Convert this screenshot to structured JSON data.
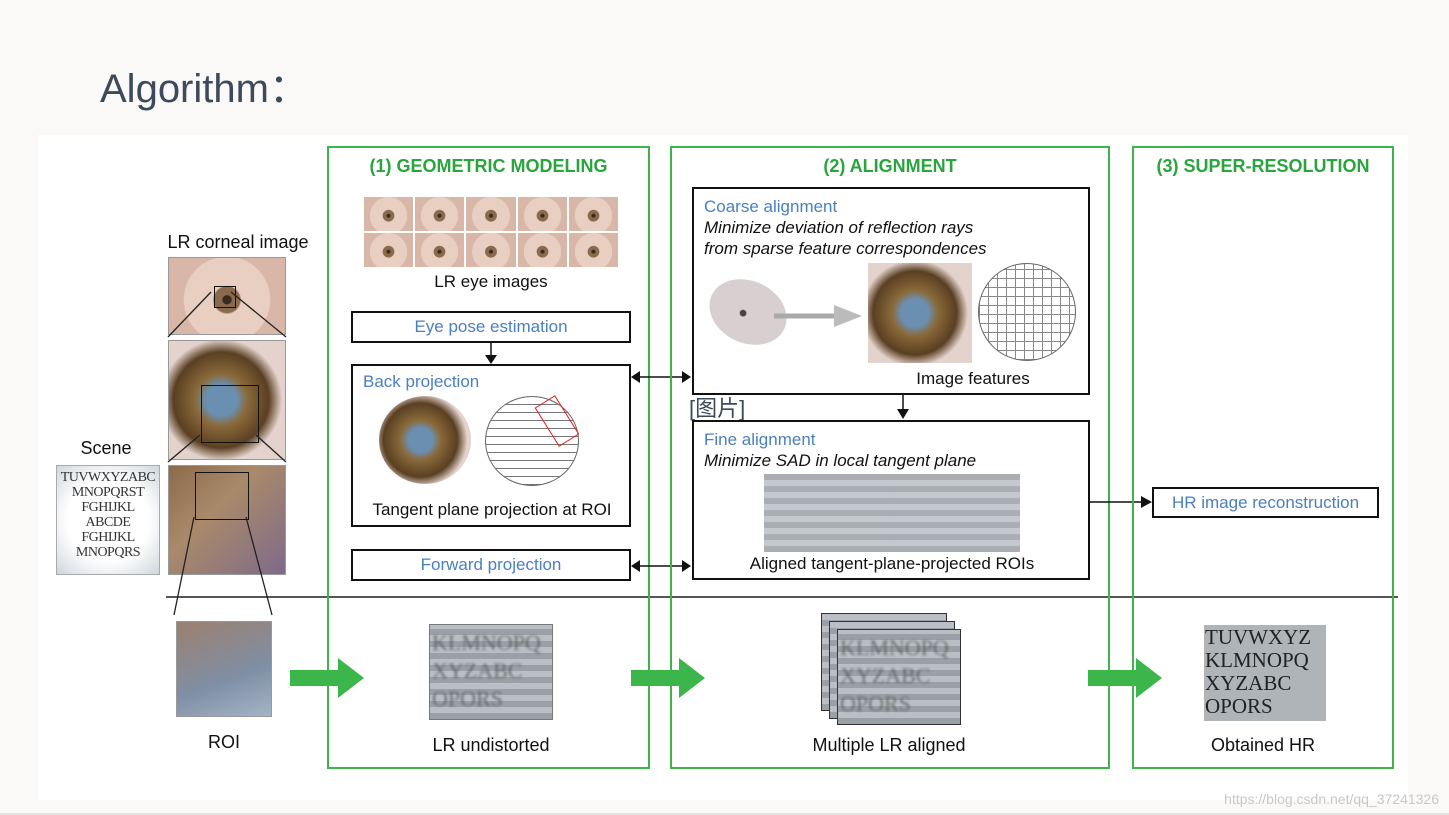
{
  "slide_title": "Algorithm：",
  "watermark": "https://blog.csdn.net/qq_37241326",
  "placeholder_tag": "[图片]",
  "left": {
    "lr_corneal_label": "LR corneal image",
    "scene_label": "Scene",
    "roi_label": "ROI",
    "scene_letters": "TUVWXYZABC\nMNOPQRST\nFGHIJKL\nABCDE\nFGHIJKL\nMNOPQRS"
  },
  "panel1": {
    "heading": "(1) GEOMETRIC MODELING",
    "eye_images_caption": "LR eye images",
    "eye_pose": "Eye pose estimation",
    "back_projection": "Back projection",
    "tangent_caption": "Tangent plane projection at ROI",
    "forward_projection": "Forward projection",
    "bottom_caption": "LR undistorted",
    "bottom_text": "KLMNOPQ\nXYZABC\nOPORS"
  },
  "panel2": {
    "heading": "(2) ALIGNMENT",
    "coarse_title": "Coarse alignment",
    "coarse_line1": "Minimize deviation of reflection rays",
    "coarse_line2": "from sparse feature correspondences",
    "image_features": "Image features",
    "fine_title": "Fine alignment",
    "fine_line1": "Minimize SAD in local tangent plane",
    "aligned_caption": "Aligned tangent-plane-projected ROIs",
    "bottom_caption": "Multiple LR aligned",
    "bottom_text": "KLMNOPQ\nXYZABC\nOPORS"
  },
  "panel3": {
    "heading": "(3) SUPER-RESOLUTION",
    "hr_reconstruction": "HR image reconstruction",
    "bottom_caption": "Obtained HR",
    "bottom_text": "TUVWXYZ\nKLMNOPQ\nXYZABC\nOPORS"
  },
  "colors": {
    "green": "#3cb54a",
    "blue_label": "#4a7fc1",
    "title": "#3d4a5c"
  }
}
